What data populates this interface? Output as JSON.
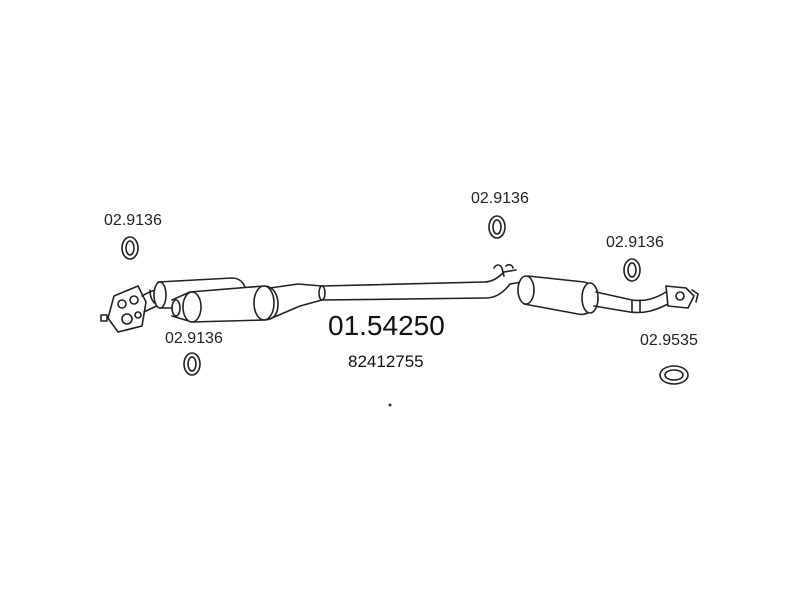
{
  "diagram": {
    "main_part_number": "01.54250",
    "oem_number": "82412755",
    "labels": {
      "gasket_top_left": "02.9136",
      "gasket_bottom_left": "02.9136",
      "gasket_top_center": "02.9136",
      "gasket_top_right": "02.9136",
      "gasket_bottom_right": "02.9535"
    }
  }
}
